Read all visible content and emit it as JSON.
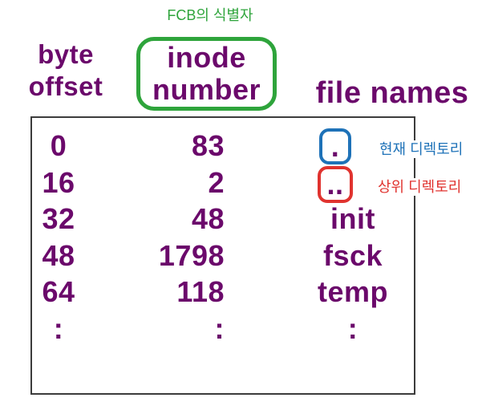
{
  "colors": {
    "text_purple": "#6B096B",
    "green": "#2EA43B",
    "blue": "#1E72B8",
    "red": "#E0332F",
    "table_border": "#3C3C3C"
  },
  "annotations": {
    "fcb_identifier": "FCB의 식별자",
    "current_directory": "현재 디렉토리",
    "parent_directory": "상위 디렉토리"
  },
  "headers": {
    "byte_offset": "byte\noffset",
    "inode_number": "inode\nnumber",
    "file_names": "file names"
  },
  "special_entries": {
    "dot": ".",
    "dotdot": ".."
  },
  "directory_table": {
    "rows": [
      {
        "byte_offset": "0",
        "inode_number": "83",
        "file_name": ""
      },
      {
        "byte_offset": "16",
        "inode_number": "2",
        "file_name": ""
      },
      {
        "byte_offset": "32",
        "inode_number": "48",
        "file_name": "init"
      },
      {
        "byte_offset": "48",
        "inode_number": "1798",
        "file_name": "fsck"
      },
      {
        "byte_offset": "64",
        "inode_number": "118",
        "file_name": "temp"
      },
      {
        "byte_offset": ":",
        "inode_number": ":",
        "file_name": ":"
      }
    ]
  }
}
